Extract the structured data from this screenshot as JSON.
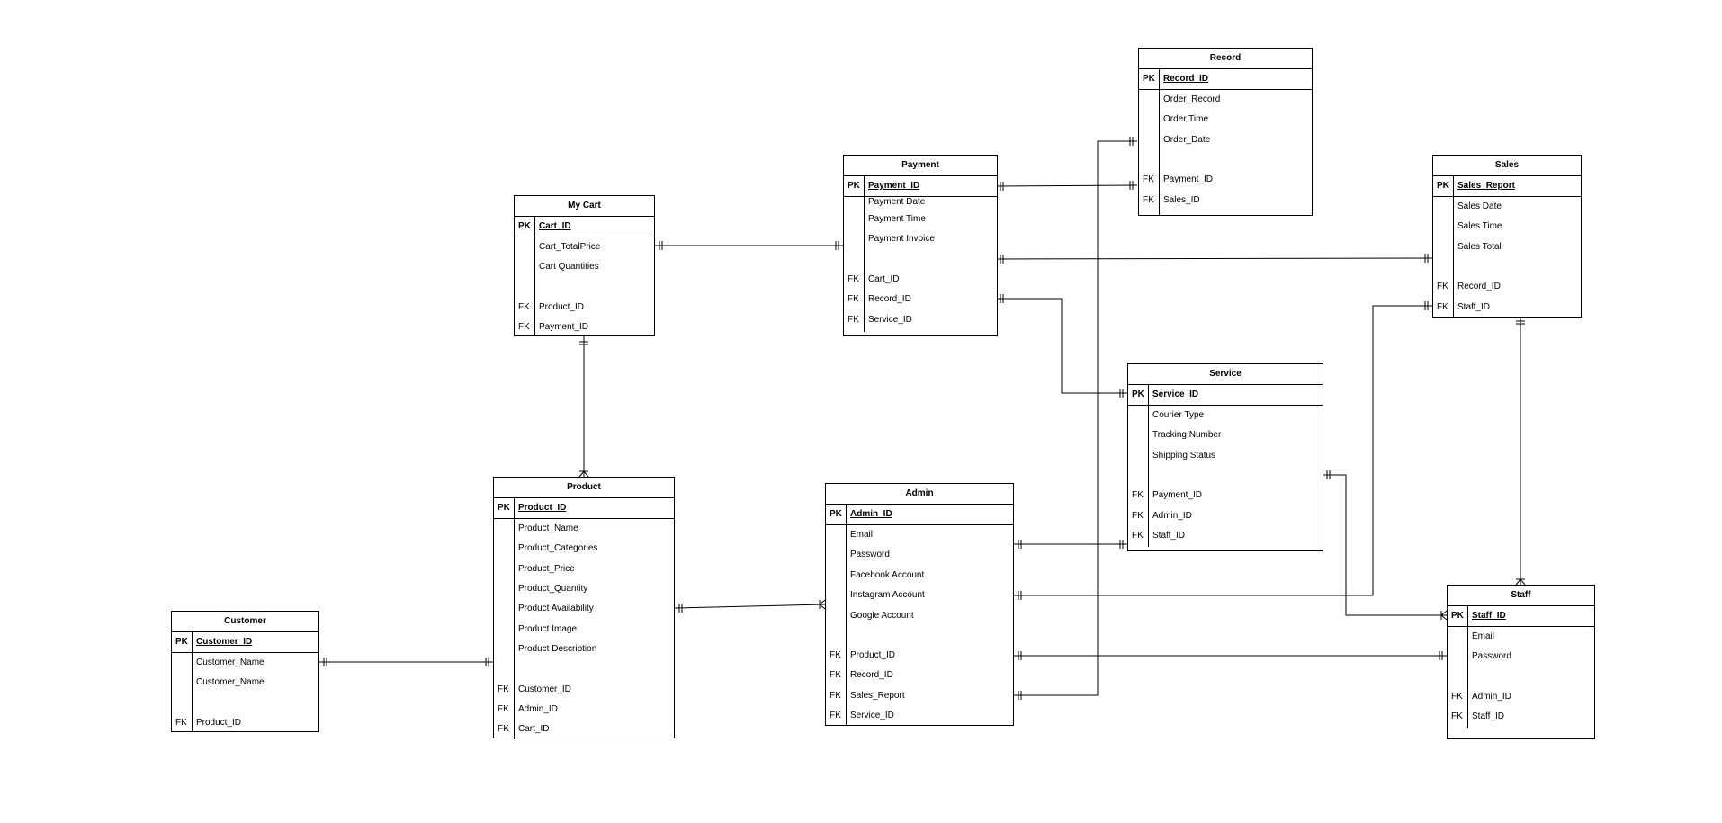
{
  "diagram": {
    "entities": [
      {
        "id": "record",
        "title": "Record",
        "pk_label": "PK",
        "pk": "Record_ID",
        "attrs": [
          "Order_Record",
          "Order Time",
          "Order_Date"
        ],
        "fks": [
          "Payment_ID",
          "Sales_ID"
        ]
      },
      {
        "id": "payment",
        "title": "Payment",
        "pk_label": "PK",
        "pk": "Payment_ID",
        "attrs": [
          "Payment Date",
          "Payment Time",
          "Payment Invoice"
        ],
        "fks": [
          "Cart_ID",
          "Record_ID",
          "Service_ID"
        ]
      },
      {
        "id": "sales",
        "title": "Sales",
        "pk_label": "PK",
        "pk": "Sales_Report",
        "attrs": [
          "Sales Date",
          "Sales Time",
          "Sales Total"
        ],
        "fks": [
          "Record_ID",
          "Staff_ID"
        ]
      },
      {
        "id": "mycart",
        "title": "My Cart",
        "pk_label": "PK",
        "pk": "Cart_ID",
        "attrs": [
          "Cart_TotalPrice",
          "Cart Quantities"
        ],
        "fks": [
          "Product_ID",
          "Payment_ID"
        ]
      },
      {
        "id": "service",
        "title": "Service",
        "pk_label": "PK",
        "pk": "Service_ID",
        "attrs": [
          "Courier Type",
          "Tracking Number",
          "Shipping Status"
        ],
        "fks": [
          "Payment_ID",
          "Admin_ID",
          "Staff_ID"
        ]
      },
      {
        "id": "product",
        "title": "Product",
        "pk_label": "PK",
        "pk": "Product_ID",
        "attrs": [
          "Product_Name",
          "Product_Categories",
          "Product_Price",
          "Product_Quantity",
          "Product Availability",
          "Product Image",
          "Product Description"
        ],
        "fks": [
          "Customer_ID",
          "Admin_ID",
          "Cart_ID"
        ]
      },
      {
        "id": "admin",
        "title": "Admin",
        "pk_label": "PK",
        "pk": "Admin_ID",
        "attrs": [
          "Email",
          "Password",
          "Facebook Account",
          "Instagram Account",
          "Google Account"
        ],
        "fks": [
          "Product_ID",
          "Record_ID",
          "Sales_Report",
          "Service_ID"
        ]
      },
      {
        "id": "staff",
        "title": "Staff",
        "pk_label": "PK",
        "pk": "Staff_ID",
        "attrs": [
          "Email",
          "Password"
        ],
        "fks": [
          "Admin_ID",
          "Staff_ID"
        ]
      },
      {
        "id": "customer",
        "title": "Customer",
        "pk_label": "PK",
        "pk": "Customer_ID",
        "attrs": [
          "Customer_Name",
          "Customer_Name"
        ],
        "fks": [
          "Product_ID"
        ]
      }
    ],
    "fk_label": "FK",
    "relationships": [
      {
        "from": "mycart.pk",
        "to": "payment.pk",
        "from_card": "one-and-only-one",
        "to_card": "one-and-only-one"
      },
      {
        "from": "payment.pk",
        "to": "record.fk.payment",
        "from_card": "one-and-only-one",
        "to_card": "one-and-only-one"
      },
      {
        "from": "payment",
        "to": "sales",
        "from_card": "one-and-only-one",
        "to_card": "one-and-only-one"
      },
      {
        "from": "payment.fk.record",
        "to": "service.pk",
        "from_card": "one-and-only-one",
        "to_card": "one-and-only-one"
      },
      {
        "from": "mycart",
        "to": "product",
        "from_card": "one-and-only-one",
        "to_card": "one-or-many"
      },
      {
        "from": "product",
        "to": "admin",
        "from_card": "one-and-only-one",
        "to_card": "one-or-many"
      },
      {
        "from": "customer.attr",
        "to": "product",
        "from_card": "one-and-only-one",
        "to_card": "one-and-only-one"
      },
      {
        "from": "admin",
        "to": "service",
        "from_card": "one-and-only-one",
        "to_card": "one-and-only-one"
      },
      {
        "from": "admin",
        "to": "sales.fk.staff",
        "from_card": "one-and-only-one",
        "to_card": "one-and-only-one"
      },
      {
        "from": "admin.fk.product",
        "to": "staff",
        "from_card": "one-and-only-one",
        "to_card": "one-and-only-one"
      },
      {
        "from": "admin.fk.sales_report",
        "to": "record",
        "from_card": "one-and-only-one",
        "to_card": "one-and-only-one"
      },
      {
        "from": "service",
        "to": "staff",
        "from_card": "one-and-only-one",
        "to_card": "one-or-many"
      },
      {
        "from": "sales",
        "to": "staff",
        "from_card": "one-and-only-one",
        "to_card": "one-or-many"
      }
    ]
  }
}
